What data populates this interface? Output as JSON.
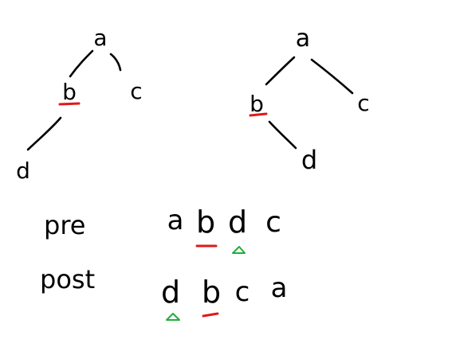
{
  "colors": {
    "ink": "#000000",
    "background": "#ffffff",
    "underline": "#e01818",
    "marker": "#1fae3c"
  },
  "tree_left": {
    "root": "a",
    "left_child": "b",
    "right_child": "c",
    "grandchild": "d"
  },
  "tree_right": {
    "root": "a",
    "left_child": "b",
    "right_child": "c",
    "grandchild": "d"
  },
  "traversals": {
    "pre": {
      "label": "pre",
      "sequence": [
        "a",
        "b",
        "d",
        "c"
      ]
    },
    "post": {
      "label": "post",
      "sequence": [
        "d",
        "b",
        "c",
        "a"
      ]
    }
  }
}
